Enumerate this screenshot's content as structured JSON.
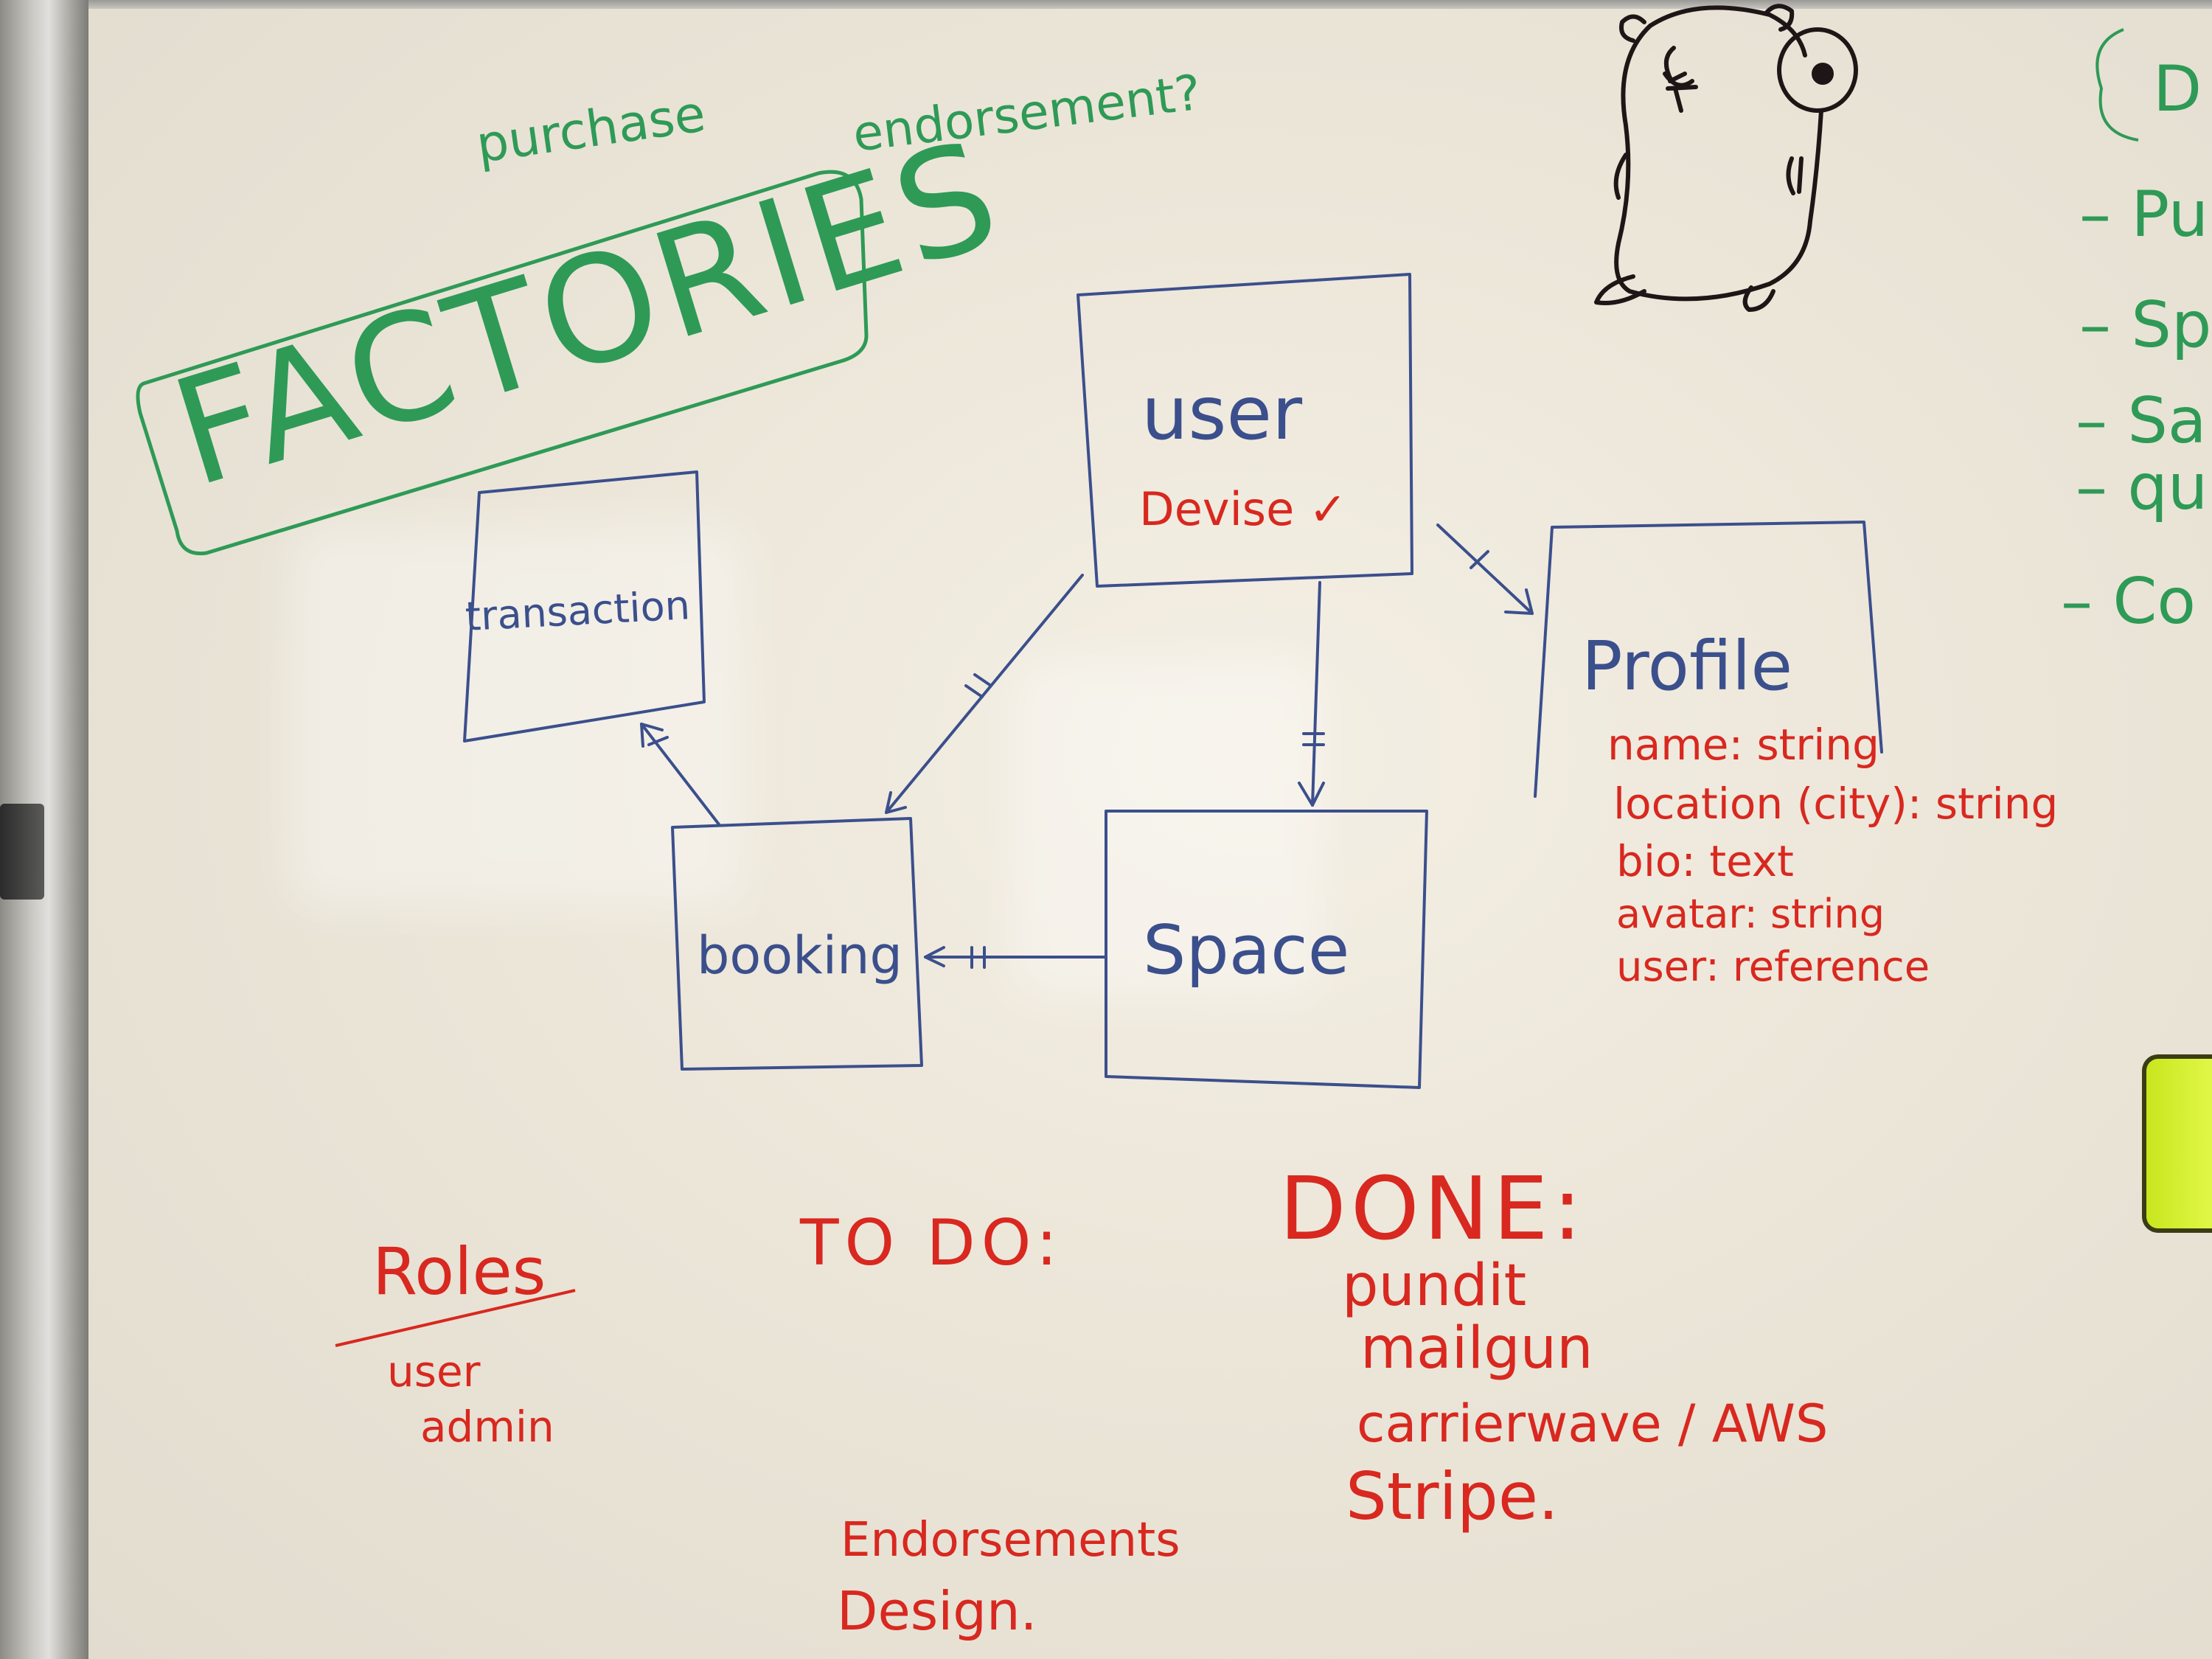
{
  "labels": {
    "purchase": "purchase",
    "endorsement_q": "endorsement?",
    "factories": "FACTORIES",
    "user": "user",
    "devise": "Devise ✓",
    "profile": "Profile",
    "transaction": "transaction",
    "booking": "booking",
    "space": "Space",
    "profile_fields": [
      "name: string",
      "location (city): string",
      "bio: text",
      "avatar: string",
      "user: reference"
    ],
    "roles": "Roles",
    "roles_items": [
      "user",
      "admin"
    ],
    "todo": "TO DO:",
    "todo_items": [
      "Endorsements",
      "Design."
    ],
    "done": "DONE:",
    "done_items": [
      "pundit",
      "mailgun",
      "carrierwave / AWS",
      "Stripe."
    ],
    "right_edge": [
      "D",
      "– Pu",
      "– Spa",
      "– Sal",
      "– qu",
      "– Co"
    ]
  },
  "colors": {
    "blue_ink": "#3b4f8c",
    "red_ink": "#d8281f",
    "green_ink": "#2e9a56",
    "black_ink": "#1e1616"
  }
}
